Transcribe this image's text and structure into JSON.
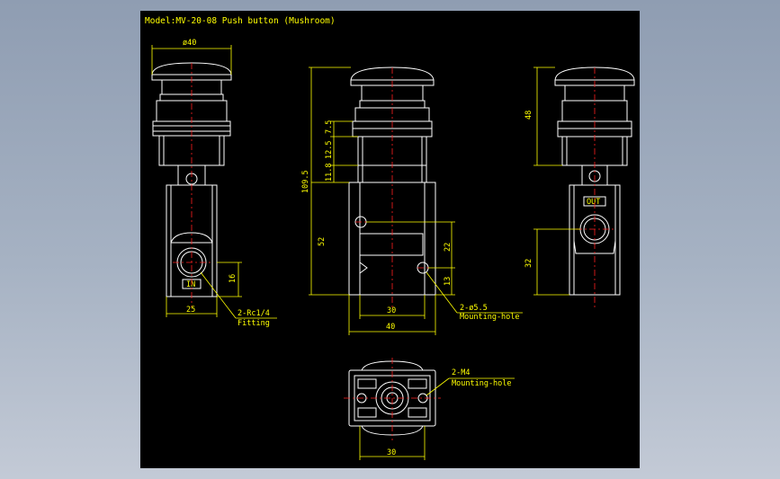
{
  "title": "Model:MV-20-08 Push button (Mushroom)",
  "dims": {
    "left_phi40": "ø40",
    "left_25": "25",
    "left_16": "16",
    "left_fitting_1": "2-Rc1/4",
    "left_fitting_2": "Fitting",
    "left_port_label": "IN",
    "mid_109_5": "109.5",
    "mid_52": "52",
    "mid_7_5": "7.5",
    "mid_12_5": "12.5",
    "mid_11_8": "11.8",
    "mid_22": "22",
    "mid_13": "13",
    "mid_30": "30",
    "mid_40": "40",
    "mid_hole_1": "2-ø5.5",
    "mid_hole_2": "Mounting-hole",
    "right_48": "48",
    "right_32": "32",
    "right_port_label": "OUT",
    "bottom_30": "30",
    "bottom_hole_1": "2-M4",
    "bottom_hole_2": "Mounting-hole"
  },
  "colors": {
    "background": "#000000",
    "outline": "#ffffff",
    "dimension": "#ffff00",
    "centerline": "#ff2020"
  }
}
